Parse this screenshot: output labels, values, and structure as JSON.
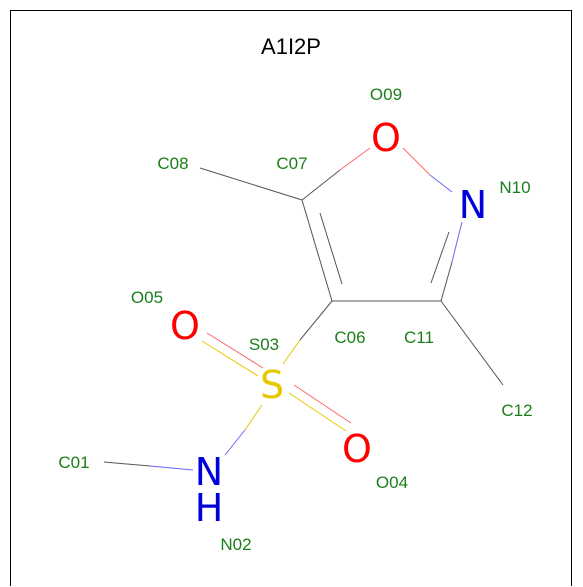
{
  "title": "A1I2P",
  "colors": {
    "label": "#1a7f1a",
    "carbon_bond": "#555555",
    "oxygen": "#ff0000",
    "nitrogen": "#0000dd",
    "sulfur": "#e6c800",
    "hydrogen": "#0000dd"
  },
  "atom_labels": {
    "C01": "C01",
    "N02": "N02",
    "S03": "S03",
    "O04": "O04",
    "O05": "O05",
    "C06": "C06",
    "C07": "C07",
    "C08": "C08",
    "O09": "O09",
    "N10": "N10",
    "C11": "C11",
    "C12": "C12"
  },
  "element_symbols": {
    "O09": "O",
    "N10": "N",
    "O05": "O",
    "S03": "S",
    "O04": "O",
    "N02": "N",
    "H02": "H"
  }
}
